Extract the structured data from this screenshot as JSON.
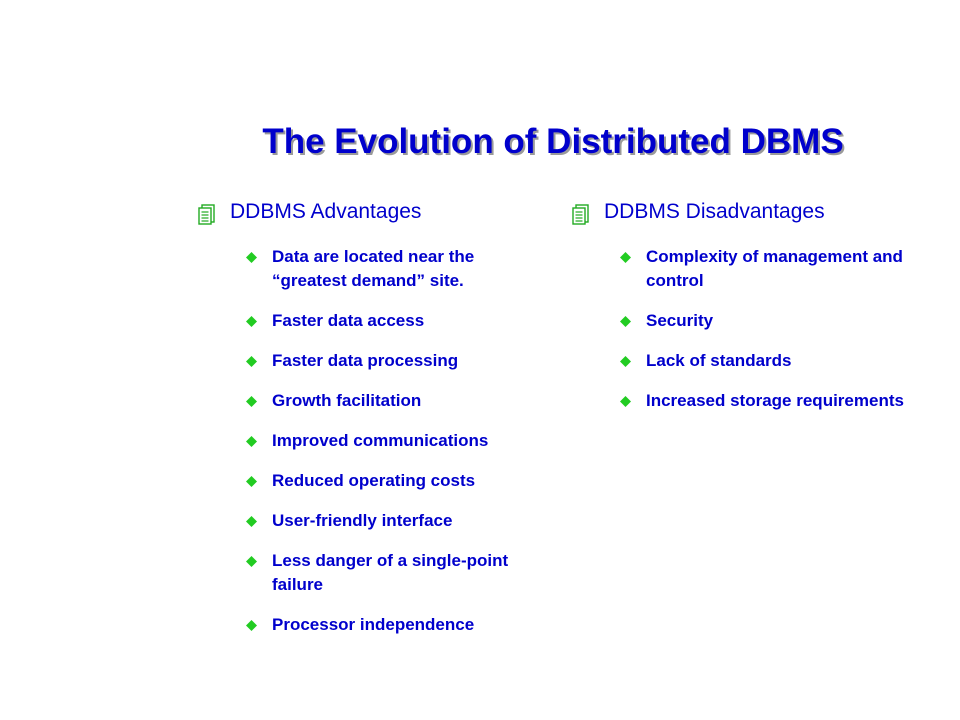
{
  "slide": {
    "title": "The Evolution of Distributed DBMS"
  },
  "advantages": {
    "heading": "DDBMS Advantages",
    "items": [
      "Data are located near the “greatest demand” site.",
      "Faster data access",
      "Faster data processing",
      "Growth facilitation",
      "Improved communications",
      "Reduced operating costs",
      "User-friendly interface",
      "Less danger of a single-point failure",
      "Processor independence"
    ]
  },
  "disadvantages": {
    "heading": "DDBMS Disadvantages",
    "items": [
      "Complexity of management and control",
      "Security",
      "Lack of standards",
      "Increased storage requirements"
    ]
  },
  "colors": {
    "text": "#0000cc",
    "bullet": "#22cc22",
    "heading_icon": "#22cc22"
  }
}
